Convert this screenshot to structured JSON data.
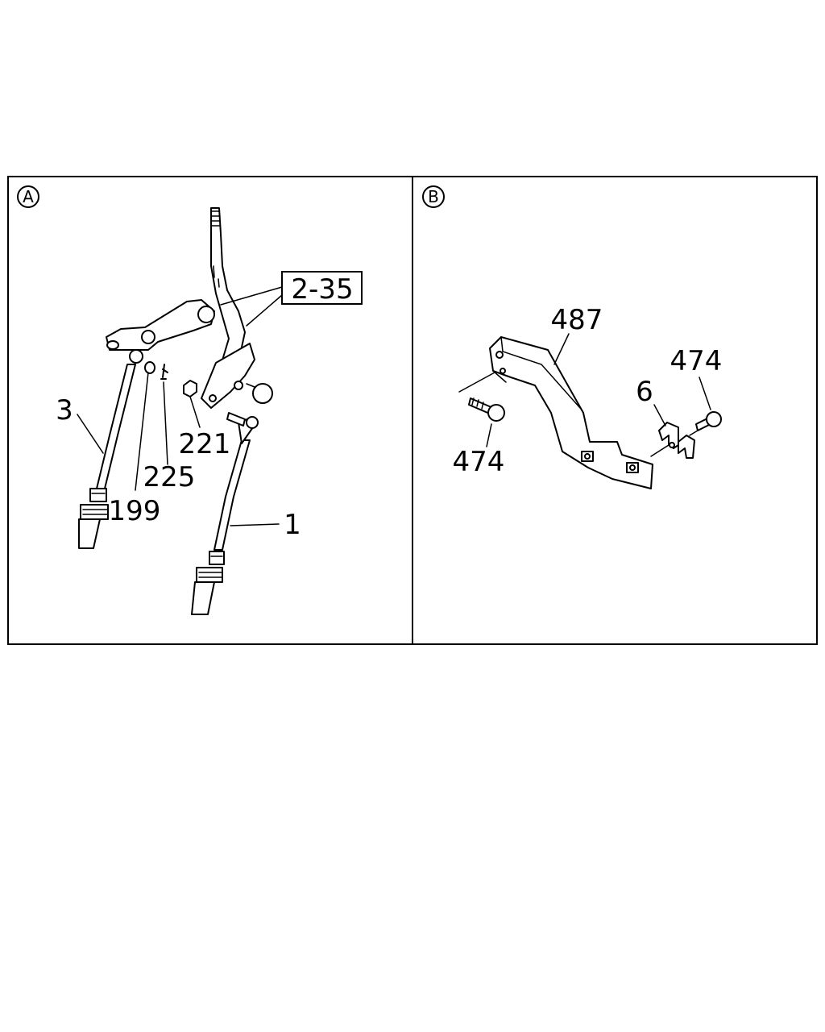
{
  "panel_a": {
    "label": "A",
    "callouts": {
      "assembly": "2-35",
      "cable_upper": "3",
      "cable_lower": "1",
      "washer": "199",
      "clip": "225",
      "nut": "221"
    }
  },
  "panel_b": {
    "label": "B",
    "callouts": {
      "bracket": "487",
      "bolt_right": "474",
      "bolt_left": "474",
      "clamp": "6"
    }
  }
}
